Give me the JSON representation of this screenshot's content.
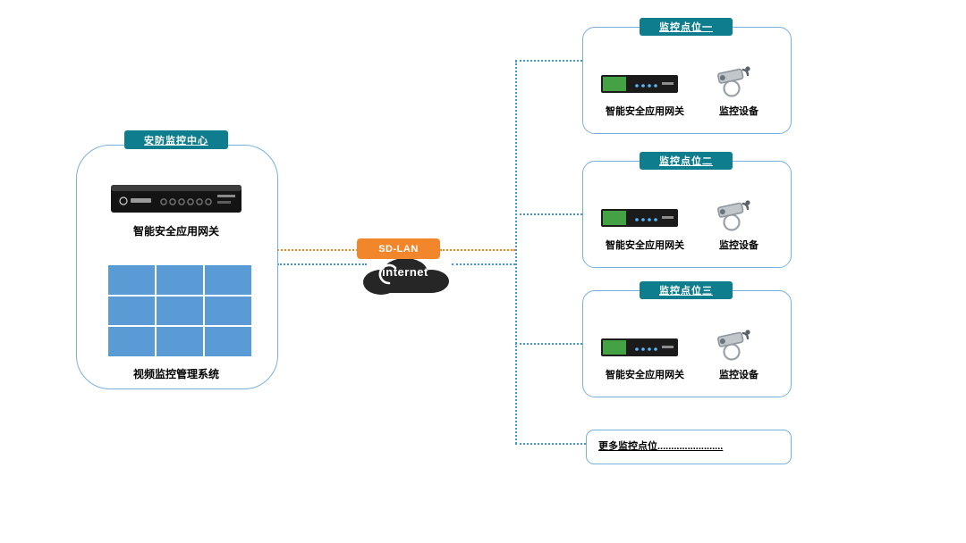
{
  "center": {
    "badge": "安防监控中心",
    "gateway_label": "智能安全应用网关",
    "vms_label": "视频监控管理系统"
  },
  "wan": {
    "sdlan": "SD-LAN",
    "internet": "internet"
  },
  "sites": [
    {
      "badge": "监控点位一",
      "gateway_label": "智能安全应用网关",
      "camera_label": "监控设备"
    },
    {
      "badge": "监控点位二",
      "gateway_label": "智能安全应用网关",
      "camera_label": "监控设备"
    },
    {
      "badge": "监控点位三",
      "gateway_label": "智能安全应用网关",
      "camera_label": "监控设备"
    }
  ],
  "more_label": "更多监控点位........................",
  "colors": {
    "badge_teal": "#0e7d8d",
    "box_border": "#79b1de",
    "orange": "#f0861f",
    "line_blue": "#4596d6",
    "grid_blue": "#5b9bd5",
    "cloud_black": "#262626"
  }
}
